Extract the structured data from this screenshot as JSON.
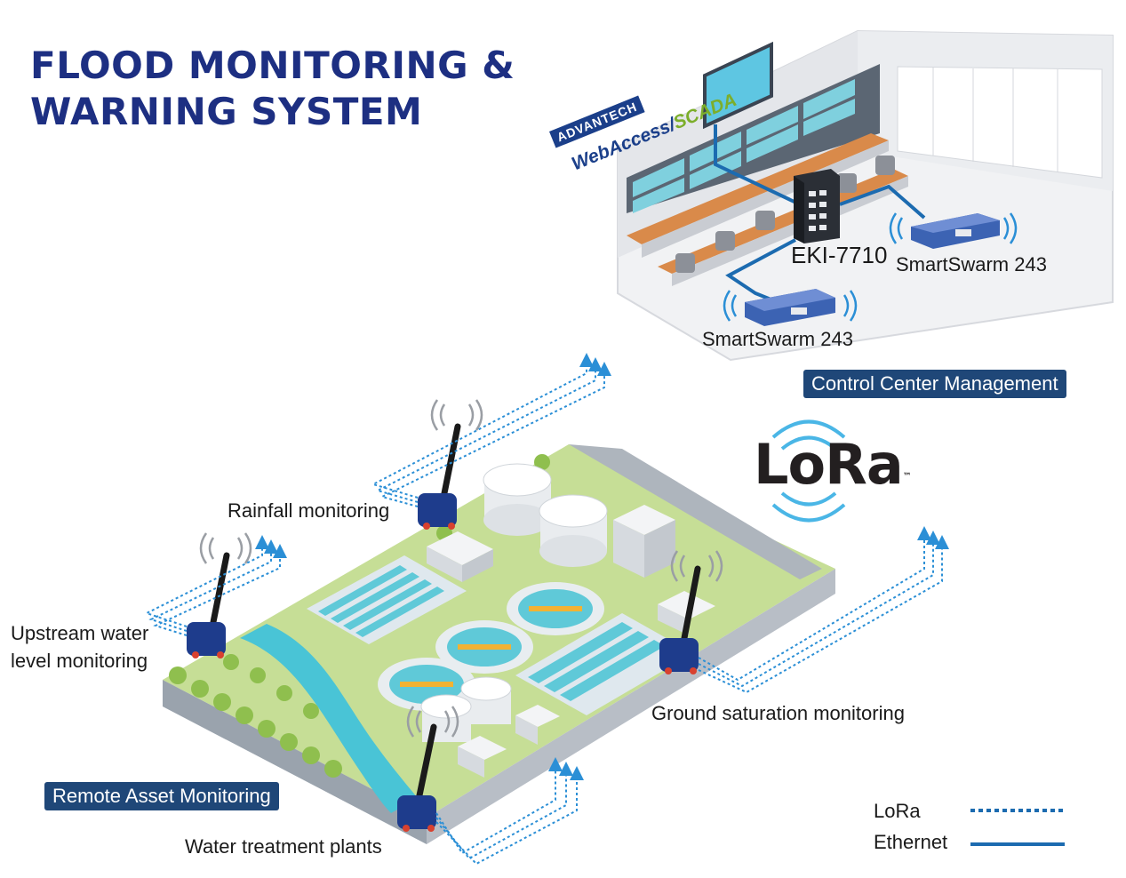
{
  "title": {
    "line1": "FLOOD MONITORING &",
    "line2": "WARNING SYSTEM"
  },
  "software": {
    "brand": "ADVANTECH",
    "product": "WebAccess/",
    "product_suffix": "SCADA"
  },
  "devices": {
    "switch": "EKI-7710",
    "gateway_right": "SmartSwarm 243",
    "gateway_left": "SmartSwarm 243"
  },
  "sections": {
    "control_center": "Control Center Management",
    "remote_assets": "Remote Asset Monitoring"
  },
  "lora_logo": {
    "text": "LoRa",
    "mark": "™"
  },
  "monitoring_points": {
    "rainfall": "Rainfall monitoring",
    "upstream_line1": "Upstream water",
    "upstream_line2": "level monitoring",
    "ground": "Ground saturation monitoring",
    "water_plants": "Water treatment plants"
  },
  "legend": {
    "lora": "LoRa",
    "ethernet": "Ethernet"
  },
  "colors": {
    "title": "#1d2f82",
    "lora_link": "#2b8fd6",
    "ethernet_link": "#1c6bb0",
    "tag_bg": "#1f4778",
    "grass": "#c6de96",
    "river": "#49c4d6",
    "sensor": "#1e3c8c"
  }
}
